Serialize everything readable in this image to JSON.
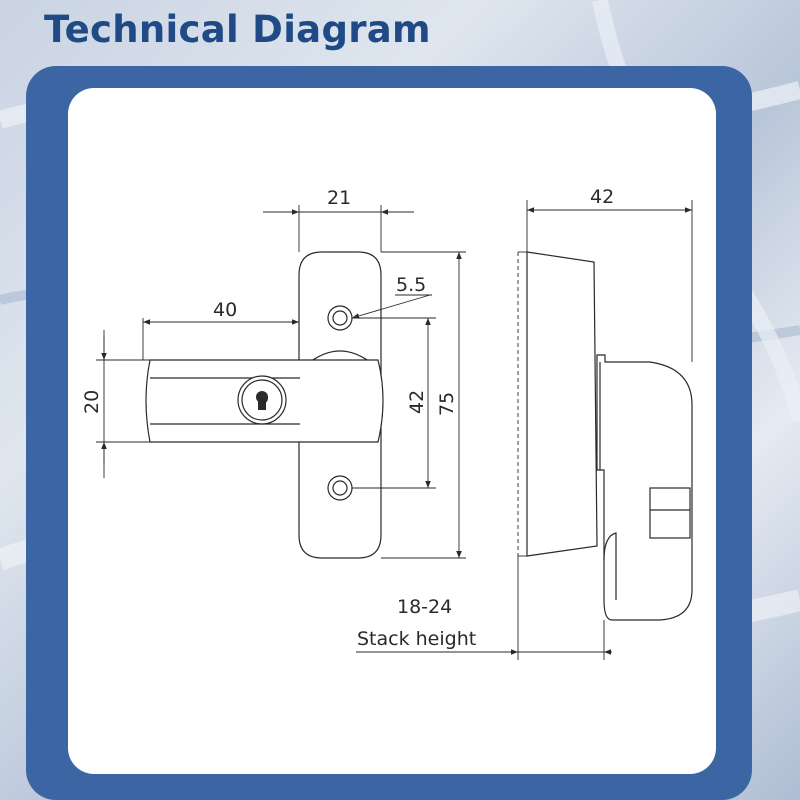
{
  "header": {
    "title": "Technical Diagram"
  },
  "diagram": {
    "dimensions": {
      "width_top": "21",
      "hole": "5.5",
      "arm_length": "40",
      "height_20": "20",
      "hole_spacing": "42",
      "total_height": "75",
      "depth": "42"
    },
    "stack": {
      "range": "18-24",
      "label": "Stack height"
    }
  },
  "colors": {
    "title": "#1f4a86",
    "frame": "#3c66a3",
    "line": "#2a2a2a"
  }
}
